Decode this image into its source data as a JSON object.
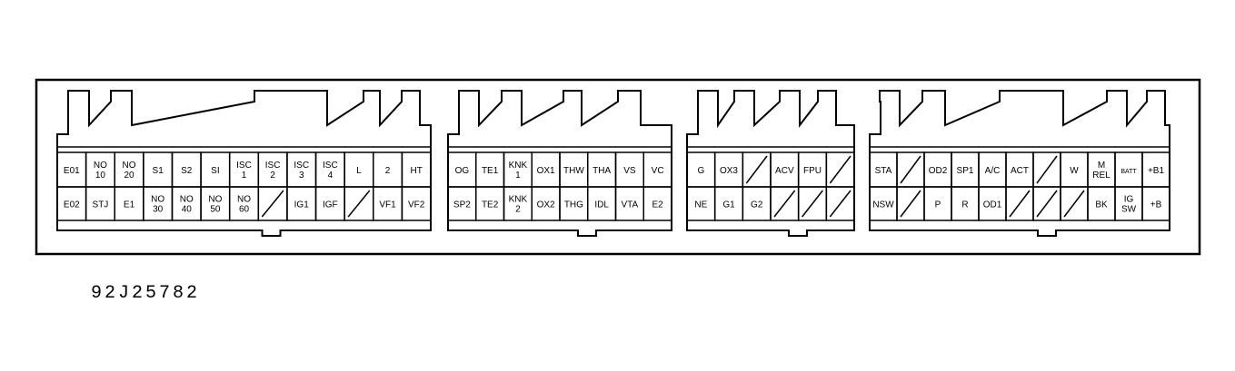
{
  "figure_id": "92J25782",
  "connectors": [
    {
      "name": "connector-1",
      "rows": [
        [
          "E01",
          "NO\n10",
          "NO\n20",
          "S1",
          "S2",
          "SI",
          "ISC\n1",
          "ISC\n2",
          "ISC\n3",
          "ISC\n4",
          "L",
          "2",
          "HT"
        ],
        [
          "E02",
          "STJ",
          "E1",
          "NO\n30",
          "NO\n40",
          "NO\n50",
          "NO\n60",
          "/",
          "IG1",
          "IGF",
          "/",
          "VF1",
          "VF2"
        ]
      ]
    },
    {
      "name": "connector-2",
      "rows": [
        [
          "OG",
          "TE1",
          "KNK\n1",
          "OX1",
          "THW",
          "THA",
          "VS",
          "VC"
        ],
        [
          "SP2",
          "TE2",
          "KNK\n2",
          "OX2",
          "THG",
          "IDL",
          "VTA",
          "E2"
        ]
      ]
    },
    {
      "name": "connector-3",
      "rows": [
        [
          "G",
          "OX3",
          "/",
          "ACV",
          "FPU",
          "/"
        ],
        [
          "NE",
          "G1",
          "G2",
          "/",
          "/",
          "/"
        ]
      ]
    },
    {
      "name": "connector-4",
      "rows": [
        [
          "STA",
          "/",
          "OD2",
          "SP1",
          "A/C",
          "ACT",
          "/",
          "W",
          "M\nREL",
          "BATT",
          "+B1"
        ],
        [
          "NSW",
          "/",
          "P",
          "R",
          "OD1",
          "/",
          "/",
          "/",
          "BK",
          "IG\nSW",
          "+B"
        ]
      ]
    }
  ]
}
